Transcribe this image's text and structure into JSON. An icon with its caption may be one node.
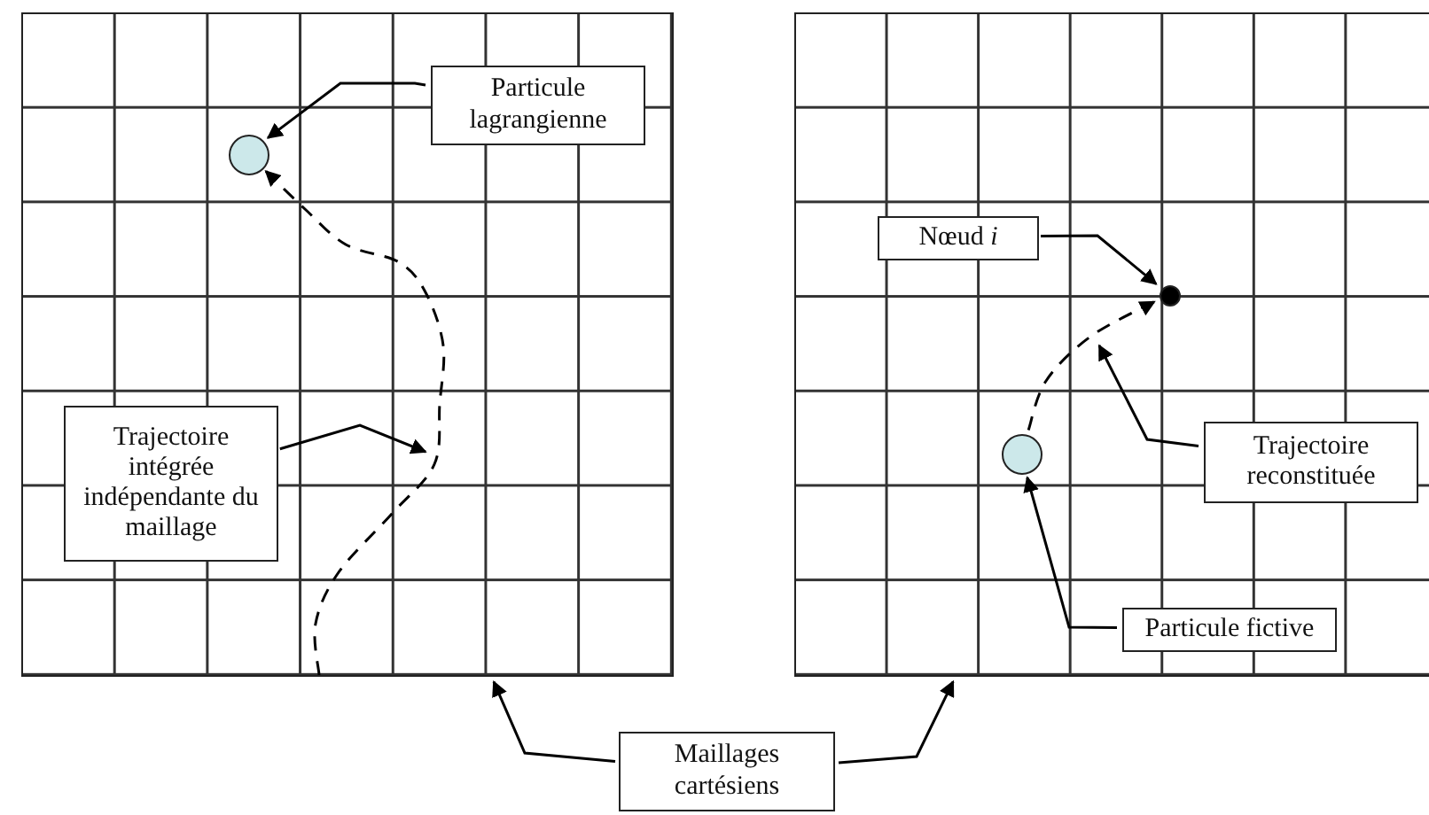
{
  "diagram": {
    "nodes": [
      {
        "text": [],
        "shape": "box"
      },
      {
        "text": [
          "Particule lagrangienne"
        ],
        "in": 0
      },
      {
        "text": [],
        "shape": "circle",
        "in": 0
      },
      {
        "text": [
          "Trajectoire intégrée indépendante du maillage"
        ],
        "in": 0
      },
      {
        "text": [],
        "shape": "box"
      },
      {
        "text": [
          "Nœud *i*"
        ],
        "in": 4
      },
      {
        "text": [],
        "shape": "circle",
        "in": 4
      },
      {
        "text": [],
        "shape": "circle",
        "in": 4
      },
      {
        "text": [
          "Trajectoire reconstituée"
        ],
        "in": 4
      },
      {
        "text": [
          "Particule fictive"
        ],
        "in": 4
      },
      {
        "text": [
          "Maillages cartésiens"
        ]
      }
    ],
    "edges": [
      {
        "from": 1,
        "to": 2,
        "arrow": "to"
      },
      {
        "from": null,
        "to": 2,
        "arrow": "to",
        "style": "dashed"
      },
      {
        "from": 3,
        "to": null,
        "arrow": "to"
      },
      {
        "from": 5,
        "to": 6,
        "arrow": "to"
      },
      {
        "from": 7,
        "to": 6,
        "arrow": "to",
        "style": "dashed"
      },
      {
        "from": 8,
        "to": null,
        "arrow": "to"
      },
      {
        "from": 9,
        "to": 7,
        "arrow": "to"
      },
      {
        "from": 10,
        "to": 0,
        "arrow": "to"
      },
      {
        "from": 10,
        "to": 4,
        "arrow": "to"
      }
    ]
  }
}
